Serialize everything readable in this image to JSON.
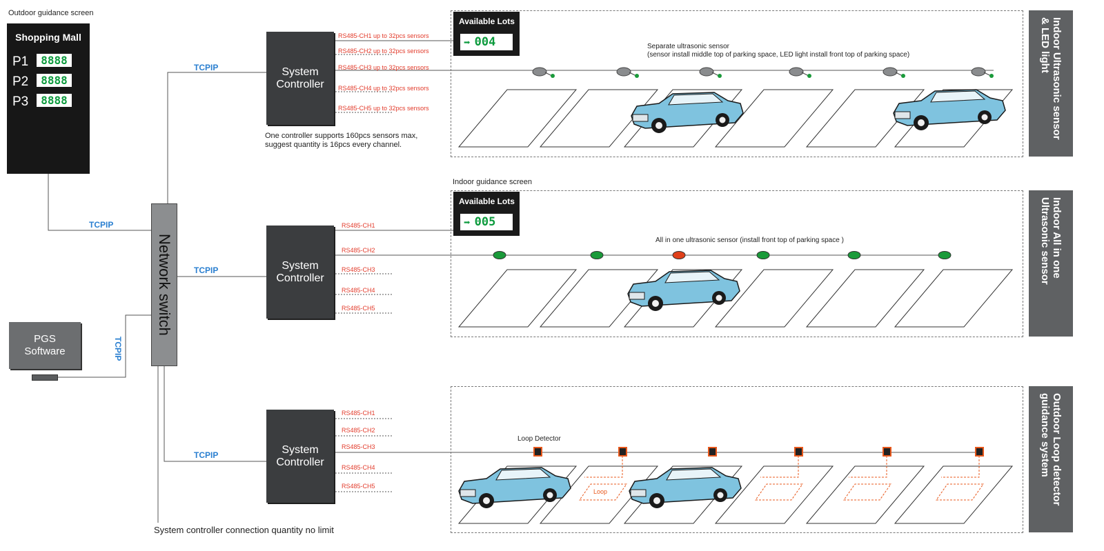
{
  "outdoor_screen": {
    "caption": "Outdoor guidance screen",
    "title": "Shopping Mall",
    "rows": [
      {
        "label": "P1",
        "value": "8888"
      },
      {
        "label": "P2",
        "value": "8888"
      },
      {
        "label": "P3",
        "value": "8888"
      }
    ]
  },
  "network_switch": "Network switch",
  "pgs_software": "PGS Software",
  "tcpip": "TCPIP",
  "controller_label": "System Controller",
  "controller_note": "One controller supports 160pcs sensors max, suggest quantity is 16pcs every channel.",
  "bottom_note": "System controller connection quantity no limit",
  "section1": {
    "side_label": "Indoor Ultrasonic sensor & LED light",
    "channels": [
      "RS485-CH1  up to 32pcs sensors",
      "RS485-CH2  up to 32pcs sensors",
      "RS485-CH3  up to 32pcs sensors",
      "RS485-CH4  up to 32pcs sensors",
      "RS485-CH5  up to 32pcs sensors"
    ],
    "lots_title": "Available Lots",
    "lots_value": "004",
    "sensor_note_1": "Separate ultrasonic sensor",
    "sensor_note_2": "(sensor install middle top of parking space, LED light install front top of parking space)"
  },
  "section2": {
    "caption": "Indoor guidance screen",
    "side_label": "Indoor All in one Ultrasonic sensor",
    "channels": [
      "RS485-CH1",
      "RS485-CH2",
      "RS485-CH3",
      "RS485-CH4",
      "RS485-CH5"
    ],
    "lots_title": "Available Lots",
    "lots_value": "005",
    "sensor_note": "All in one ultrasonic sensor (install front top of parking space )",
    "sensor_states": [
      "free",
      "free",
      "occupied",
      "free",
      "free",
      "free"
    ]
  },
  "section3": {
    "side_label": "Outdoor Loop detector guidance system",
    "channels": [
      "RS485-CH1",
      "RS485-CH2",
      "RS485-CH3",
      "RS485-CH4",
      "RS485-CH5"
    ],
    "loop_detector_label": "Loop Detector",
    "loop_label": "Loop"
  },
  "colors": {
    "tcpip": "#2a7fd0",
    "channel": "#e23a2a",
    "controller": "#3b3d3f",
    "sensor_free": "#1a9a3a",
    "sensor_occupied": "#e0401a",
    "car": "#7fc3df",
    "loop": "#e8581c"
  }
}
